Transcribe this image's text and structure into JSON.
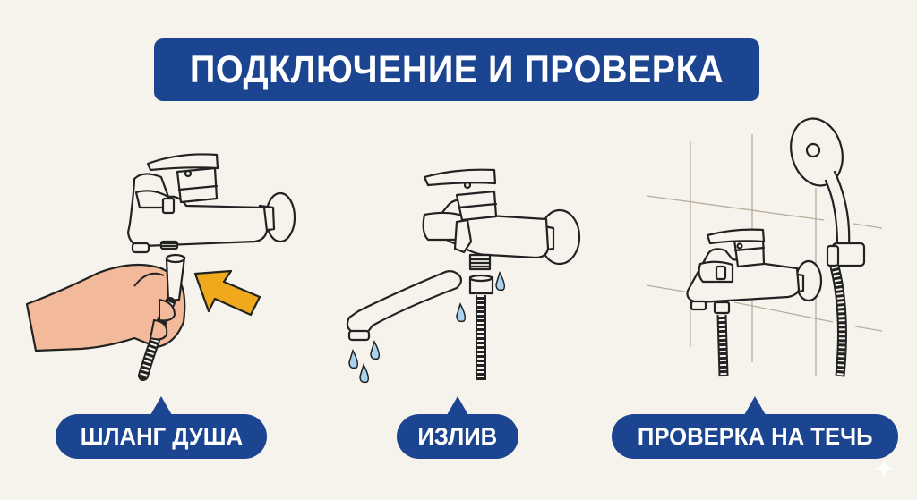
{
  "title": "ПОДКЛЮЧЕНИЕ И ПРОВЕРКА",
  "panels": [
    {
      "label": "ШЛАНГ ДУША",
      "illustration": "hand-connecting-shower-hose-to-mixer"
    },
    {
      "label": "ИЗЛИВ",
      "illustration": "spout-and-hose-with-water-drops"
    },
    {
      "label": "ПРОВЕРКА НА ТЕЧЬ",
      "illustration": "mounted-mixer-with-shower-head-on-tiles"
    }
  ],
  "colors": {
    "background": "#f6f3ec",
    "banner": "#1c4591",
    "arrow": "#f0a81c",
    "skin": "#f2b99a",
    "drop": "#a9d3ee",
    "line": "#222222"
  }
}
